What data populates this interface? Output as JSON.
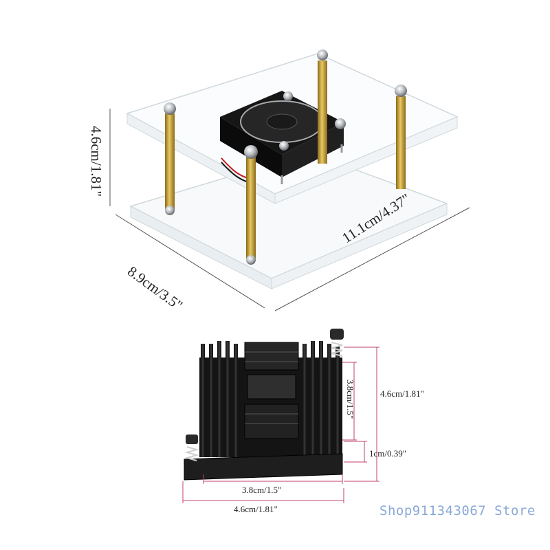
{
  "case_dimensions": {
    "height": "4.6cm/1.81\"",
    "depth": "8.9cm/3.5\"",
    "width": "11.1cm/4.37\""
  },
  "heatsink_dimensions": {
    "height_outer": "4.6cm/1.81\"",
    "height_inner": "3.8cm/1.5\"",
    "thickness": "1cm/0.39\"",
    "width_inner": "3.8cm/1.5\"",
    "width_outer": "4.6cm/1.81\""
  },
  "watermark": "Shop911343067 Store",
  "colors": {
    "dimension_line": "#c0436a",
    "acrylic_edge": "#cfd8dc",
    "brass": "#c9a43a",
    "heatsink": "#1b1b1b",
    "watermark": "#8aa9d6"
  }
}
